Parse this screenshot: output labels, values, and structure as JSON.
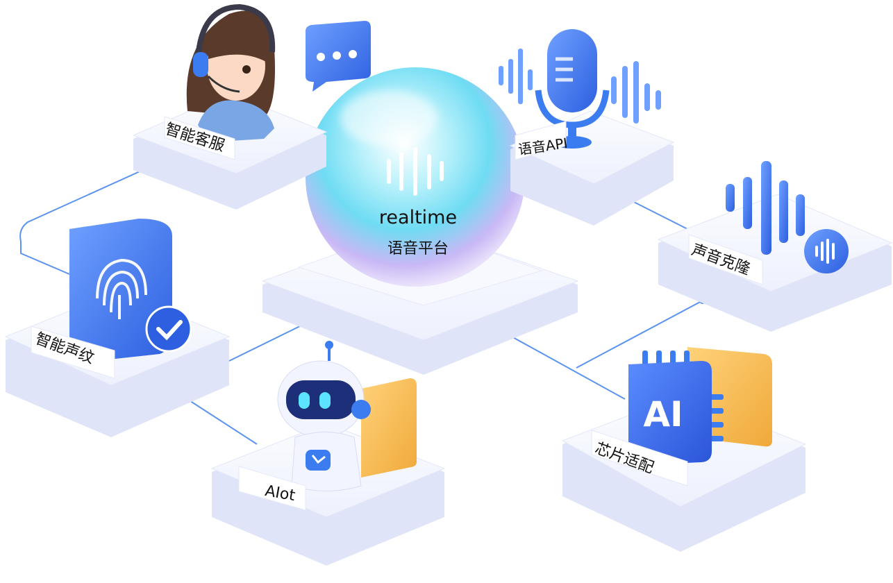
{
  "center": {
    "title": "realtime",
    "subtitle": "语音平台"
  },
  "nodes": {
    "customer_service": "智能客服",
    "voice_api": "语音API",
    "voice_clone": "声音克隆",
    "voiceprint": "智能声纹",
    "aiot": "AIot",
    "chip_adapt": "芯片适配"
  },
  "chip_badge": "AI",
  "colors": {
    "accent_blue": "#3b7cf0",
    "line_blue": "#5b93f0",
    "platform_top": "#f4f6ff",
    "platform_side": "#dfe4f8",
    "orange_card": "#f5b545",
    "sphere_cyan": "#6fe0f5",
    "sphere_violet": "#d9c6f7"
  }
}
